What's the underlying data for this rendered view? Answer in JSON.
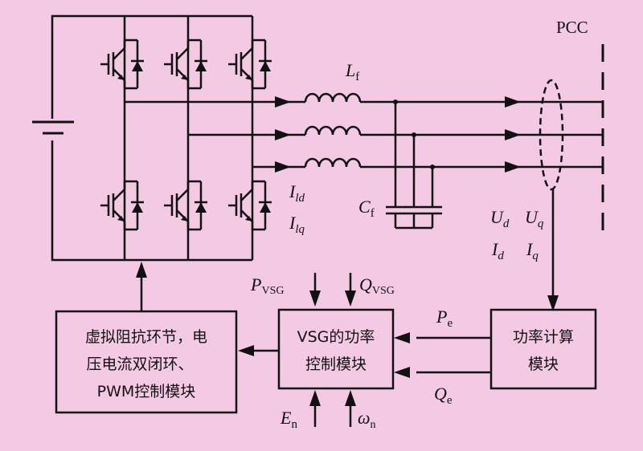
{
  "colors": {
    "background": "#f3c9e4",
    "line": "#111111"
  },
  "labels": {
    "pcc": "PCC",
    "lf": {
      "main": "L",
      "sub": "f"
    },
    "cf": {
      "main": "C",
      "sub": "f"
    },
    "ild": {
      "main": "I",
      "sub": "ld"
    },
    "ilq": {
      "main": "I",
      "sub": "lq"
    },
    "ud": {
      "main": "U",
      "sub": "d"
    },
    "uq": {
      "main": "U",
      "sub": "q"
    },
    "id": {
      "main": "I",
      "sub": "d"
    },
    "iq": {
      "main": "I",
      "sub": "q"
    },
    "pvsg": {
      "main": "P",
      "sub": "VSG"
    },
    "qvsg": {
      "main": "Q",
      "sub": "VSG"
    },
    "pe": {
      "main": "P",
      "sub": "e"
    },
    "qe": {
      "main": "Q",
      "sub": "e"
    },
    "en": {
      "main": "E",
      "sub": "n"
    },
    "wn": {
      "main": "ω",
      "sub": "n"
    }
  },
  "blocks": {
    "impedance": [
      "虚拟阻抗环节，电",
      "压电流双闭环、",
      "PWM控制模块"
    ],
    "vsg": [
      "VSG的功率",
      "控制模块"
    ],
    "power_calc": [
      "功率计算",
      "模块"
    ]
  }
}
